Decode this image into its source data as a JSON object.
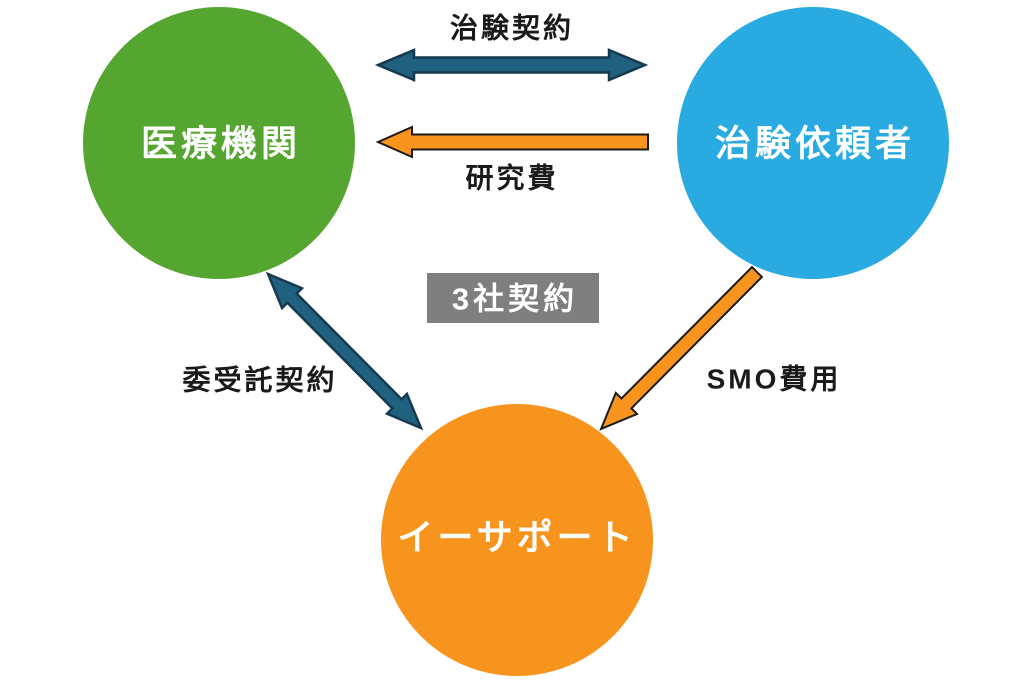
{
  "colors": {
    "background": "#FFFFFF",
    "circle_green": "#55A631",
    "circle_blue": "#29ABE2",
    "circle_orange": "#F7941E",
    "teal_arrow": "#20617F",
    "teal_arrow_outline": "#16394F",
    "orange_arrow": "#F7941E",
    "orange_arrow_outline": "#1A1A1A",
    "badge_gray": "#7F7F7F",
    "label_text": "#1A1A1A",
    "circle_text": "#FFFFFF",
    "badge_text": "#FFFFFF"
  },
  "diagram": {
    "nodes": {
      "medical_institution": {
        "label": "医療機関"
      },
      "trial_sponsor": {
        "label": "治験依頼者"
      },
      "esupport": {
        "label": "イーサポート"
      }
    },
    "edges": {
      "trial_contract": {
        "label": "治験契約",
        "from": "治験依頼者",
        "to": "医療機関",
        "direction": "bidirectional"
      },
      "research_fee": {
        "label": "研究費",
        "from": "治験依頼者",
        "to": "医療機関",
        "direction": "one-way"
      },
      "consignment_contract": {
        "label": "委受託契約",
        "from": "医療機関",
        "to": "イーサポート",
        "direction": "bidirectional"
      },
      "smo_fee": {
        "label": "SMO費用",
        "from": "治験依頼者",
        "to": "イーサポート",
        "direction": "one-way"
      }
    },
    "center_badge": {
      "label": "3社契約"
    }
  }
}
